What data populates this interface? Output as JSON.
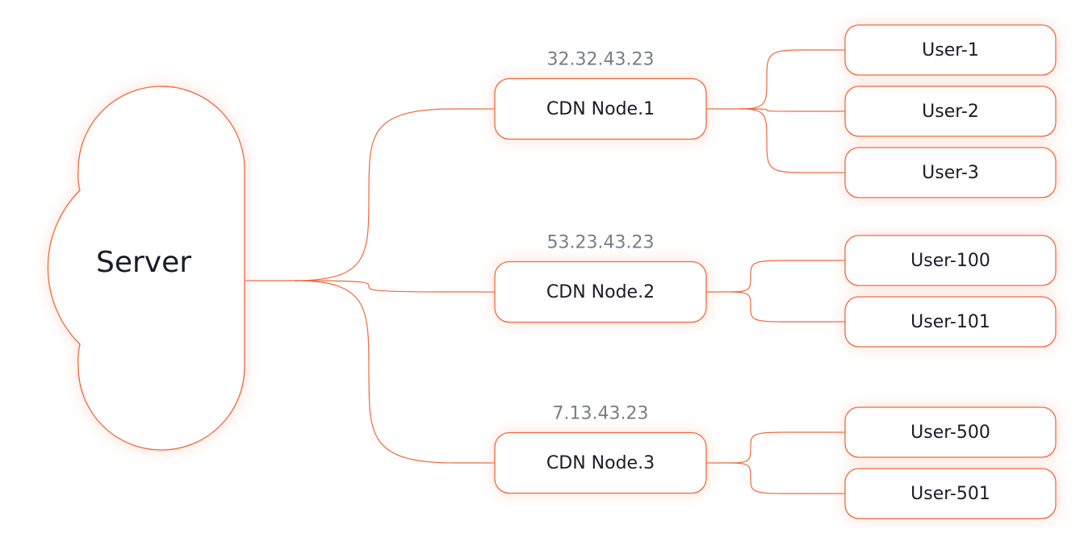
{
  "colors": {
    "accent": "#f0683c",
    "connector": "#f5a286",
    "text": "#1b1b2a",
    "ip_text": "#7a7d88",
    "glow": "#ffd9cb"
  },
  "server": {
    "label": "Server",
    "shape": "cloud"
  },
  "cdn_nodes": [
    {
      "label": "CDN Node.1",
      "ip": "32.32.43.23",
      "users": [
        "User-1",
        "User-2",
        "User-3"
      ]
    },
    {
      "label": "CDN Node.2",
      "ip": "53.23.43.23",
      "users": [
        "User-100",
        "User-101"
      ]
    },
    {
      "label": "CDN Node.3",
      "ip": "7.13.43.23",
      "users": [
        "User-500",
        "User-501"
      ]
    }
  ]
}
